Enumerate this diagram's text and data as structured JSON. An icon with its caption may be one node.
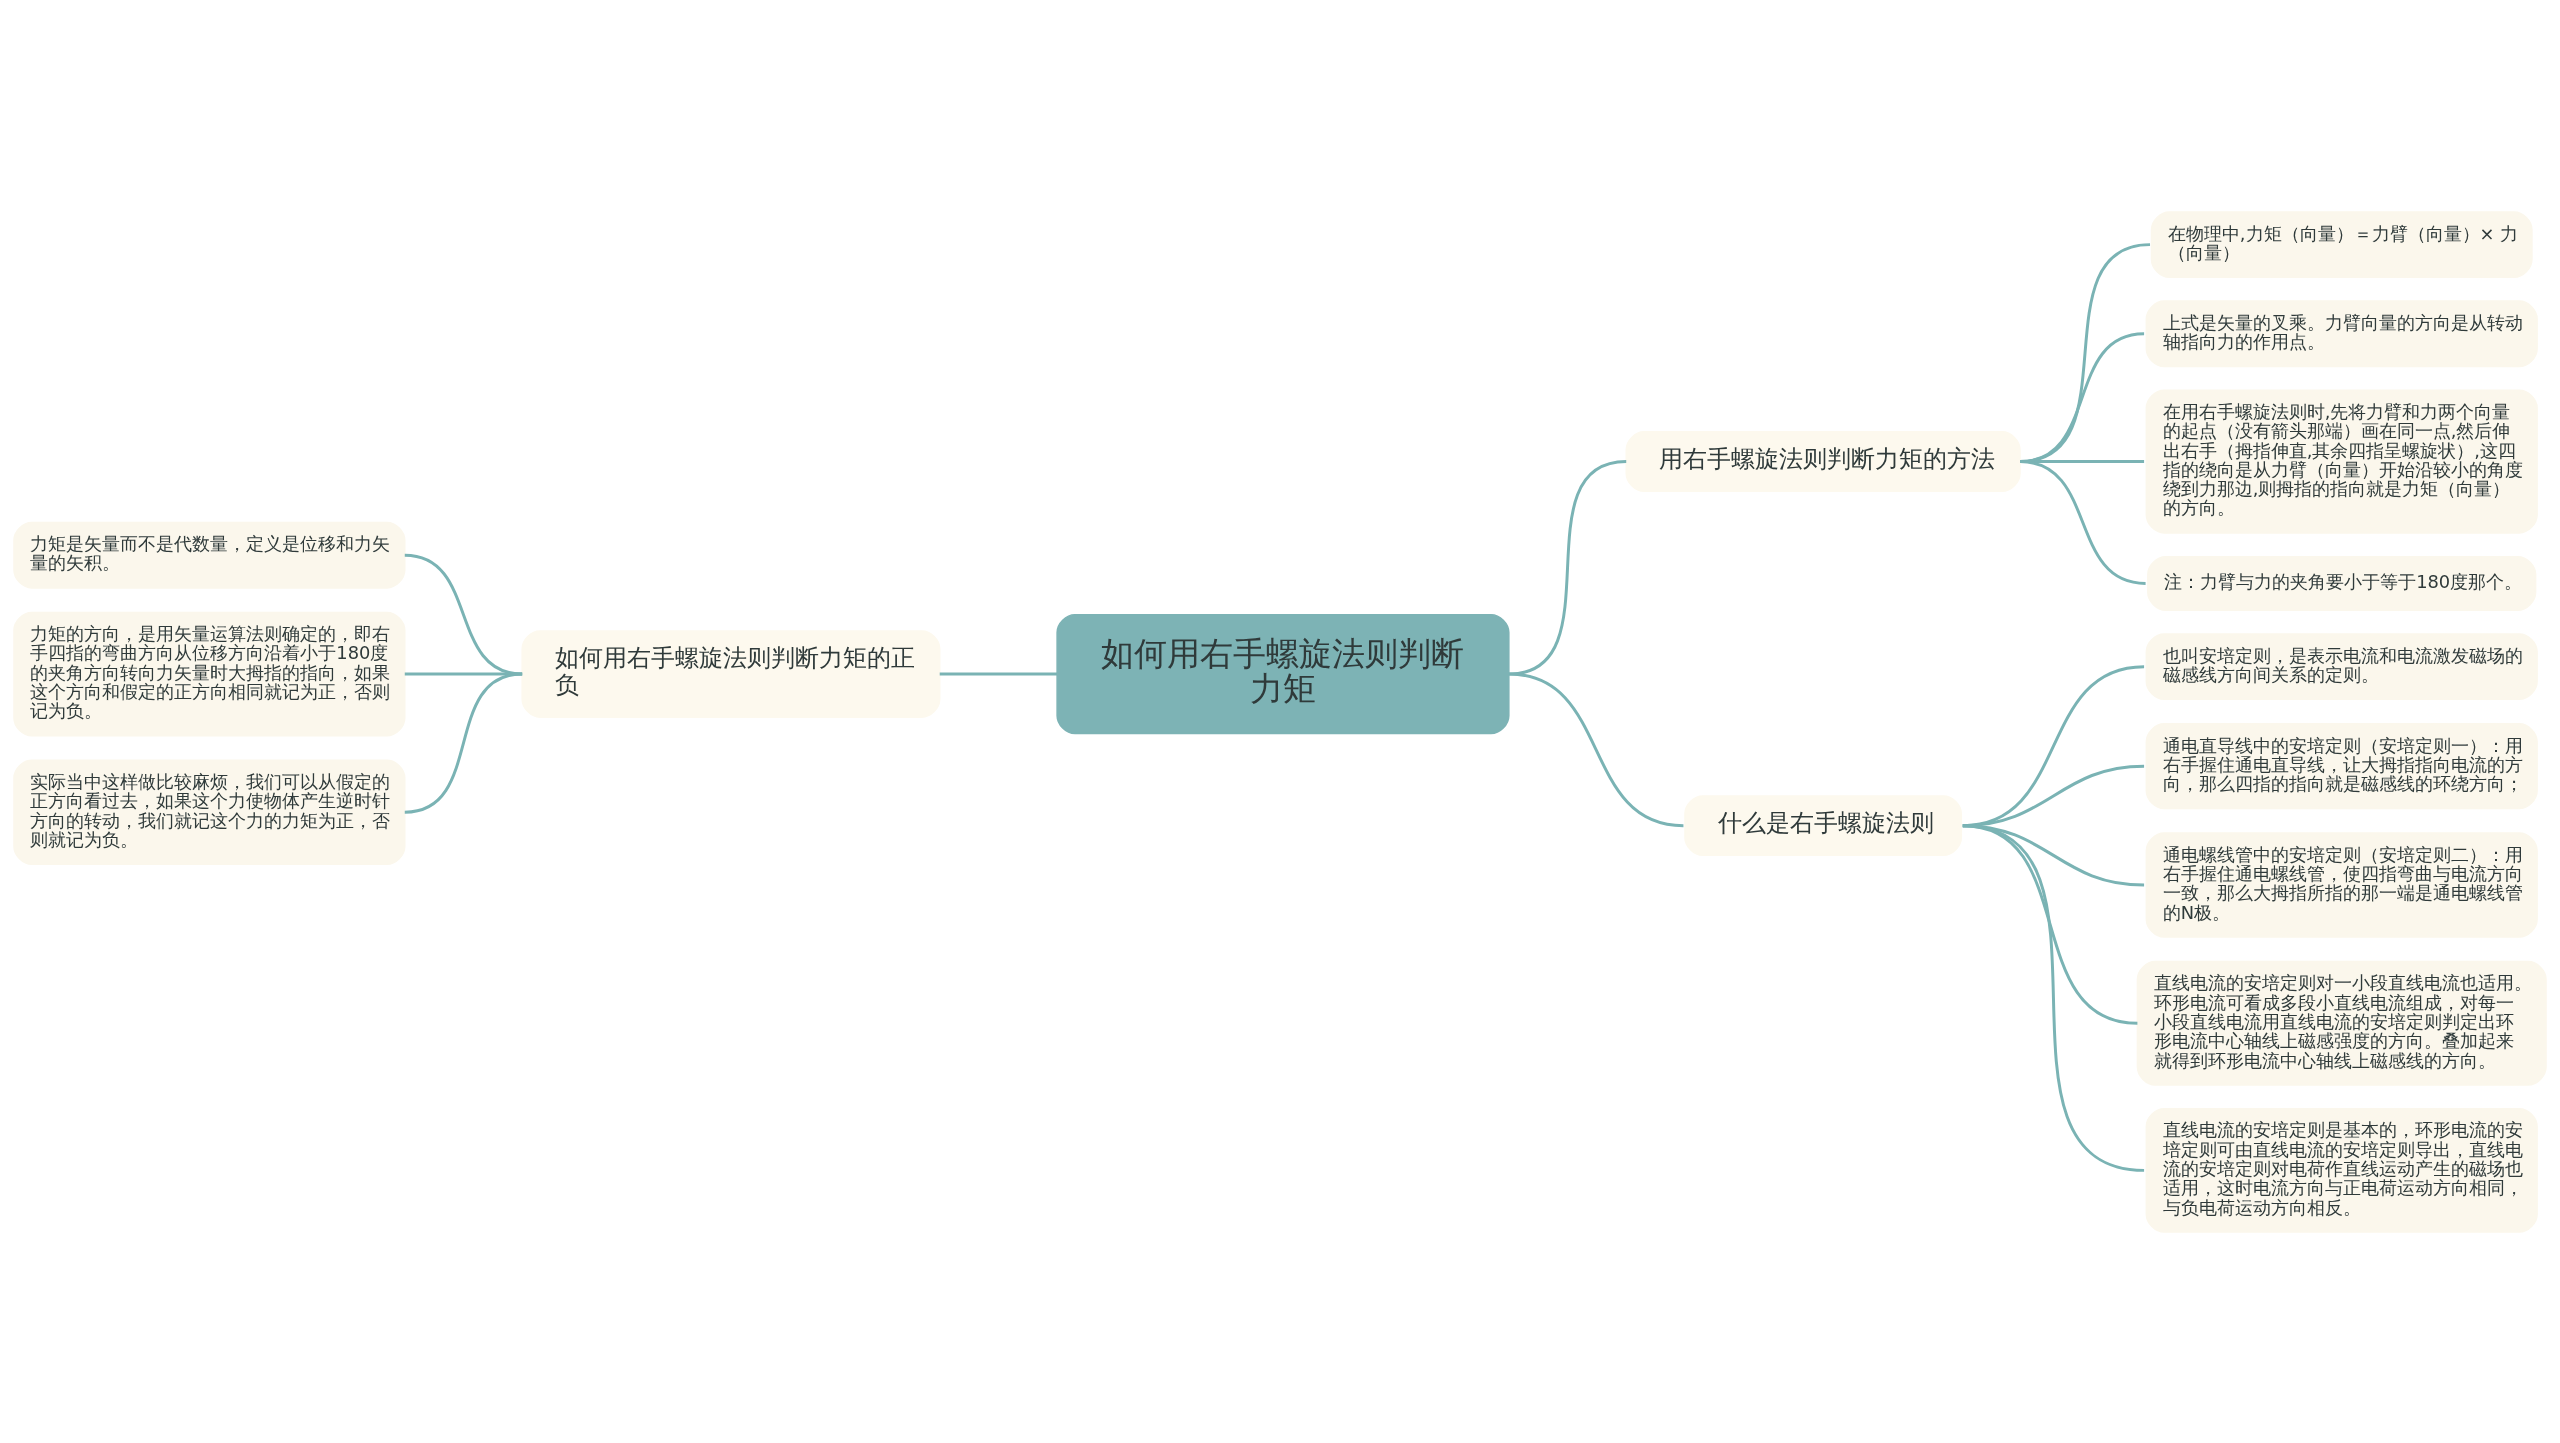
{
  "diagram": {
    "nodes": [
      {
        "text": [
          "如何用右手螺旋法则判断力矩"
        ]
      },
      {
        "text": [
          "如何用右手螺旋法则判断力矩的正负"
        ]
      },
      {
        "text": [
          "力矩是矢量而不是代数量，定义是位移和力矢量的矢积。"
        ]
      },
      {
        "text": [
          "力矩的方向，是用矢量运算法则确定的，即右手四指的弯曲方向从位移方向沿着小于180度的夹角方向转向力矢量时大拇指的指向，如果这个方向和假定的正方向相同就记为正，否则记为负。"
        ]
      },
      {
        "text": [
          "实际当中这样做比较麻烦，我们可以从假定的正方向看过去，如果这个力使物体产生逆时针方向的转动，我们就记这个力的力矩为正，否则就记为负。"
        ]
      },
      {
        "text": [
          "用右手螺旋法则判断力矩的方法"
        ]
      },
      {
        "text": [
          "在物理中,力矩（向量）＝力臂（向量）× 力（向量）"
        ]
      },
      {
        "text": [
          "上式是矢量的叉乘。力臂向量的方向是从转动轴指向力的作用点。"
        ]
      },
      {
        "text": [
          "在用右手螺旋法则时,先将力臂和力两个向量的起点（没有箭头那端）画在同一点,然后伸出右手（拇指伸直,其余四指呈螺旋状）,这四指的绕向是从力臂（向量）开始沿较小的角度绕到力那边,则拇指的指向就是力矩（向量）的方向。"
        ]
      },
      {
        "text": [
          "注：力臂与力的夹角要小于等于180度那个。"
        ]
      },
      {
        "text": [
          "什么是右手螺旋法则"
        ]
      },
      {
        "text": [
          "也叫安培定则，是表示电流和电流激发磁场的磁感线方向间关系的定则。"
        ]
      },
      {
        "text": [
          "通电直导线中的安培定则（安培定则一）：用右手握住通电直导线，让大拇指指向电流的方向，那么四指的指向就是磁感线的环绕方向；"
        ]
      },
      {
        "text": [
          "通电螺线管中的安培定则（安培定则二）：用右手握住通电螺线管，使四指弯曲与电流方向一致，那么大拇指所指的那一端是通电螺线管的N极。"
        ]
      },
      {
        "text": [
          "直线电流的安培定则对一小段直线电流也适用。环形电流可看成多段小直线电流组成，对每一小段直线电流用直线电流的安培定则判定出环形电流中心轴线上磁感强度的方向。叠加起来就得到环形电流中心轴线上磁感线的方向。"
        ]
      },
      {
        "text": [
          "直线电流的安培定则是基本的，环形电流的安培定则可由直线电流的安培定则导出，直线电流的安培定则对电荷作直线运动产生的磁场也适用，这时电流方向与正电荷运动方向相同，与负电荷运动方向相反。"
        ]
      }
    ],
    "edges": [
      {
        "from": 0,
        "to": 1,
        "arrow": "none"
      },
      {
        "from": 1,
        "to": 2,
        "arrow": "none"
      },
      {
        "from": 1,
        "to": 3,
        "arrow": "none"
      },
      {
        "from": 1,
        "to": 4,
        "arrow": "none"
      },
      {
        "from": 0,
        "to": 5,
        "arrow": "none"
      },
      {
        "from": 5,
        "to": 6,
        "arrow": "none"
      },
      {
        "from": 5,
        "to": 7,
        "arrow": "none"
      },
      {
        "from": 5,
        "to": 8,
        "arrow": "none"
      },
      {
        "from": 5,
        "to": 9,
        "arrow": "none"
      },
      {
        "from": 0,
        "to": 10,
        "arrow": "none"
      },
      {
        "from": 10,
        "to": 11,
        "arrow": "none"
      },
      {
        "from": 10,
        "to": 12,
        "arrow": "none"
      },
      {
        "from": 10,
        "to": 13,
        "arrow": "none"
      },
      {
        "from": 10,
        "to": 14,
        "arrow": "none"
      },
      {
        "from": 10,
        "to": 15,
        "arrow": "none"
      }
    ]
  }
}
